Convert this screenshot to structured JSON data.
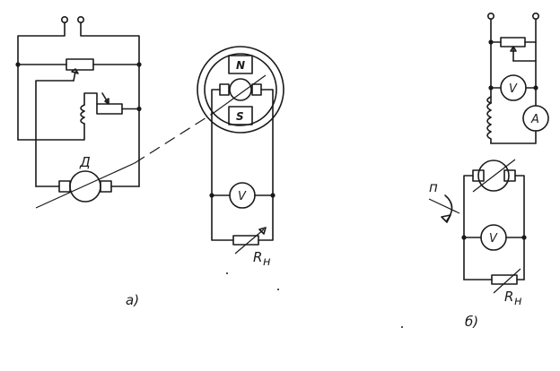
{
  "left_diagram": {
    "motor_label": "Д",
    "generator_north_pole": "N",
    "generator_south_pole": "S",
    "voltmeter_symbol": "V",
    "load_resistor_label": "R",
    "load_resistor_subscript": "н",
    "caption": "а)"
  },
  "right_diagram": {
    "voltmeter_top_symbol": "V",
    "ammeter_symbol": "A",
    "voltmeter_bottom_symbol": "V",
    "speed_label": "п",
    "load_resistor_label": "R",
    "load_resistor_subscript": "н",
    "caption": "б)"
  }
}
